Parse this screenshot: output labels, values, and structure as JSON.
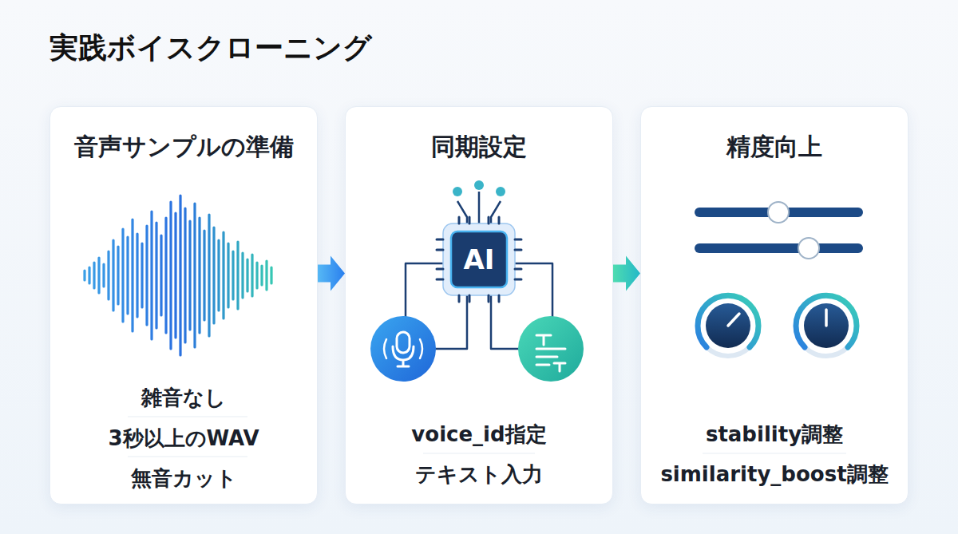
{
  "diagram": {
    "title": "実践ボイスクローニング",
    "nodes": [
      {
        "text": [
          "音声サンプルの準備",
          "雑音なし",
          "3秒以上のWAV",
          "無音カット"
        ]
      },
      {
        "text": [
          "同期設定",
          "voice_id指定",
          "テキスト入力"
        ]
      },
      {
        "text": [
          "精度向上",
          "stability調整",
          "similarity_boost調整"
        ]
      }
    ],
    "edges": [
      {
        "from": 0,
        "to": 1,
        "arrow": "to"
      },
      {
        "from": 1,
        "to": 2,
        "arrow": "to"
      }
    ],
    "labels": [
      "AI"
    ]
  }
}
